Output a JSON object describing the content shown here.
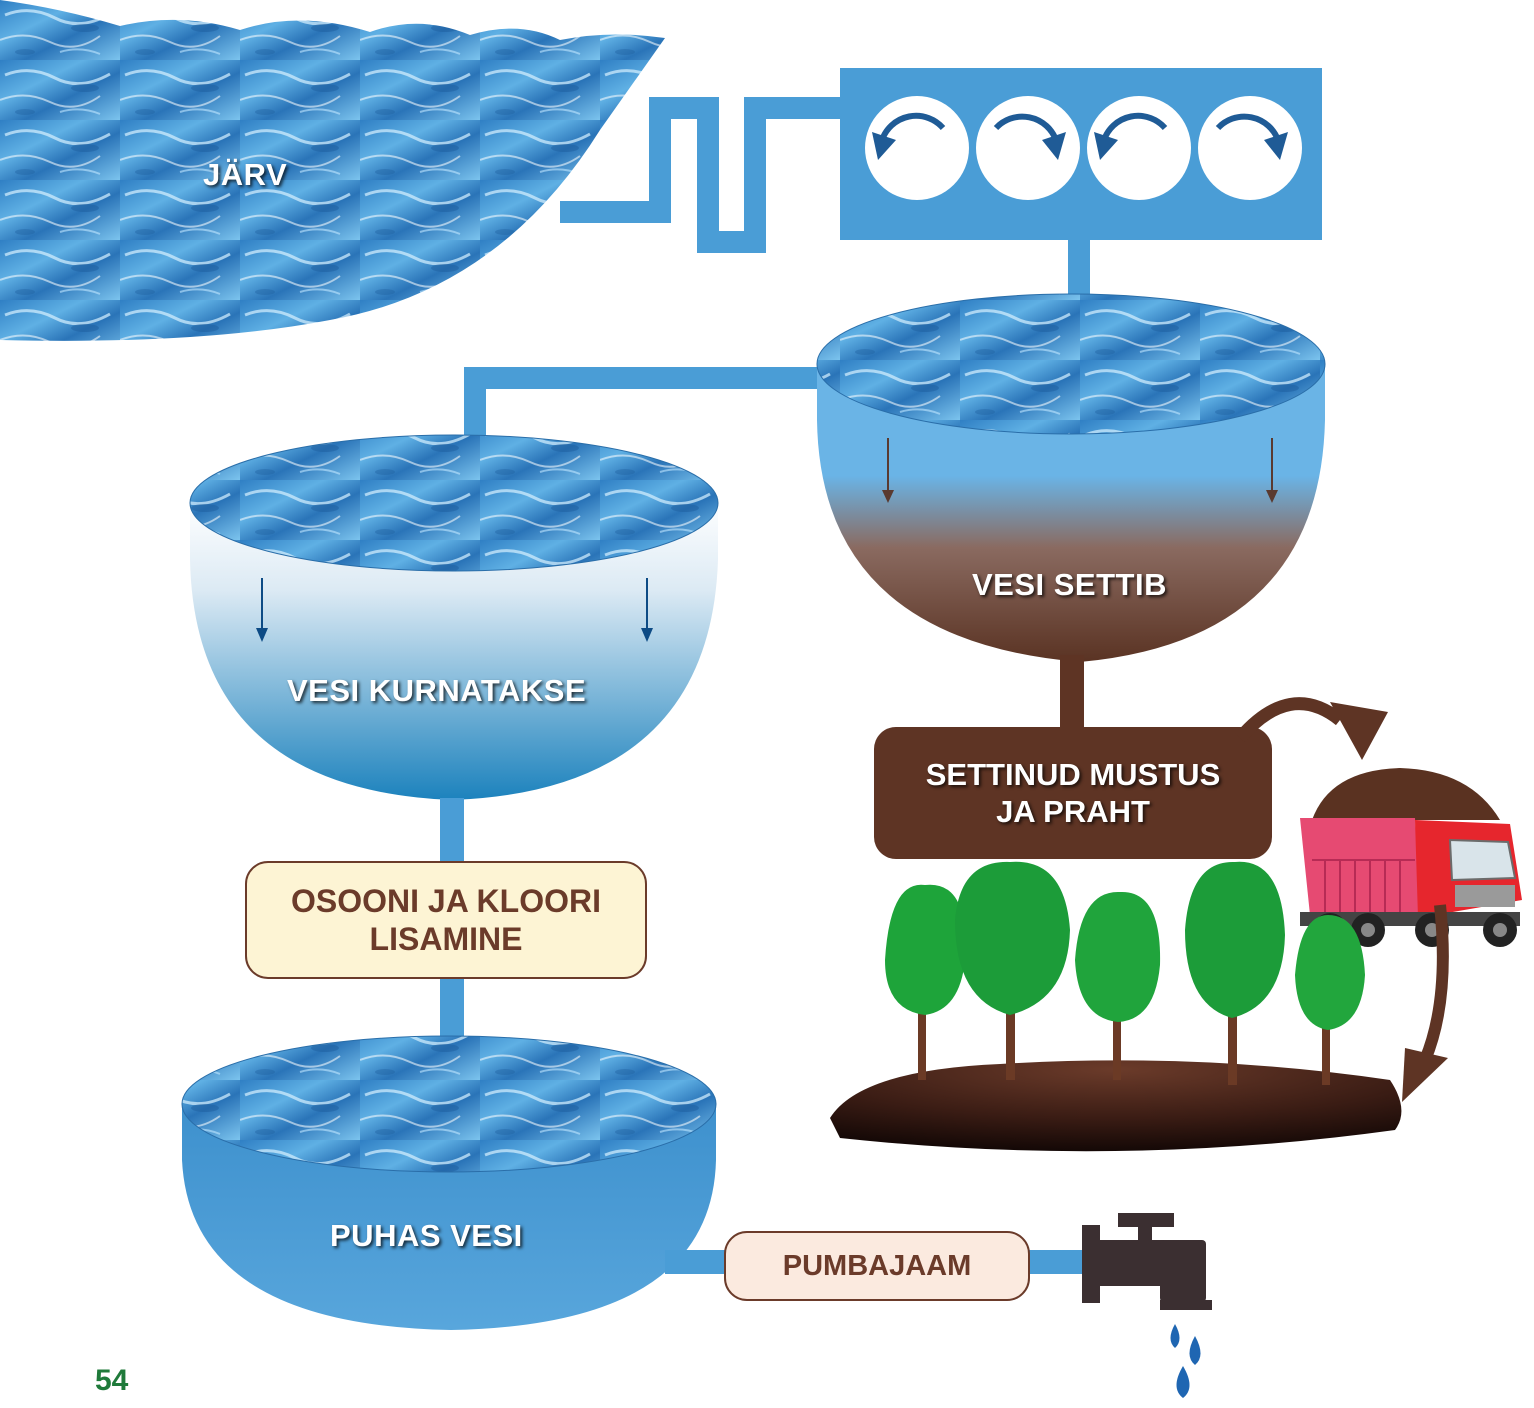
{
  "labels": {
    "lake": "JÄRV",
    "settling": "VESI SETTIB",
    "filtering": "VESI KURNATAKSE",
    "sludge_line1": "SETTINUD MUSTUS",
    "sludge_line2": "JA PRAHT",
    "chem_line1": "OSOONI JA KLOORI",
    "chem_line2": "LISAMINE",
    "clean": "PUHAS VESI",
    "pump": "PUMBAJAAM"
  },
  "page_number": "54",
  "colors": {
    "pipe_blue": "#4a9dd6",
    "tank_blue": "#4a9ad4",
    "sludge_brown": "#5e3424",
    "cream_box": "#fdf4d4",
    "pump_box": "#fbeadf",
    "page_number": "#1f7a3a"
  },
  "icons": [
    "rotation-arrow-icon",
    "faucet-icon",
    "water-drop-icon",
    "truck-icon",
    "tree-icon",
    "curved-arrow-icon"
  ]
}
